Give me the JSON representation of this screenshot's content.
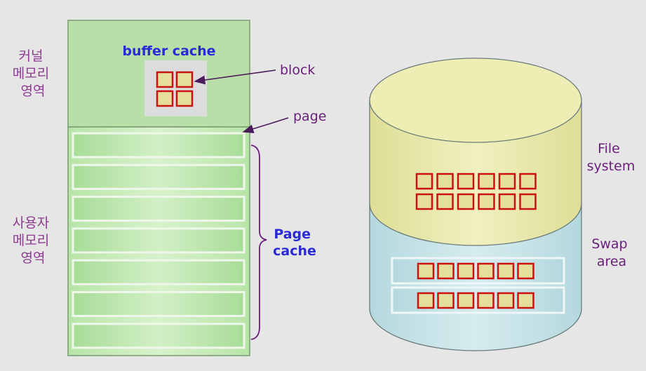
{
  "memory": {
    "kernel_label": [
      "커널",
      "메모리",
      "영역"
    ],
    "user_label": [
      "사용자",
      "메모리",
      "영역"
    ],
    "buffer_cache_label": "buffer cache",
    "block_label": "block",
    "page_label": "page",
    "page_cache_label": [
      "Page",
      "cache"
    ],
    "page_cache_rows": 7,
    "buffer_block_count": 4
  },
  "disk": {
    "file_system_label": [
      "File",
      "system"
    ],
    "swap_area_label": [
      "Swap",
      "area"
    ],
    "file_system_blocks": 12,
    "swap_rows": 2,
    "swap_blocks_per_row": 6
  },
  "colors": {
    "background": "#e6e6e6",
    "kernel_fill": "#b9dfa9",
    "user_fill": "#c4eab6",
    "block_border": "#cc1111",
    "block_fill": "#e4df9a",
    "korean_text": "#8e3a8e",
    "blue_text": "#2a2ad6",
    "purple_text": "#6a1f7a",
    "file_system_fill": "#e8e8a6",
    "swap_fill": "#c7e3e8"
  }
}
